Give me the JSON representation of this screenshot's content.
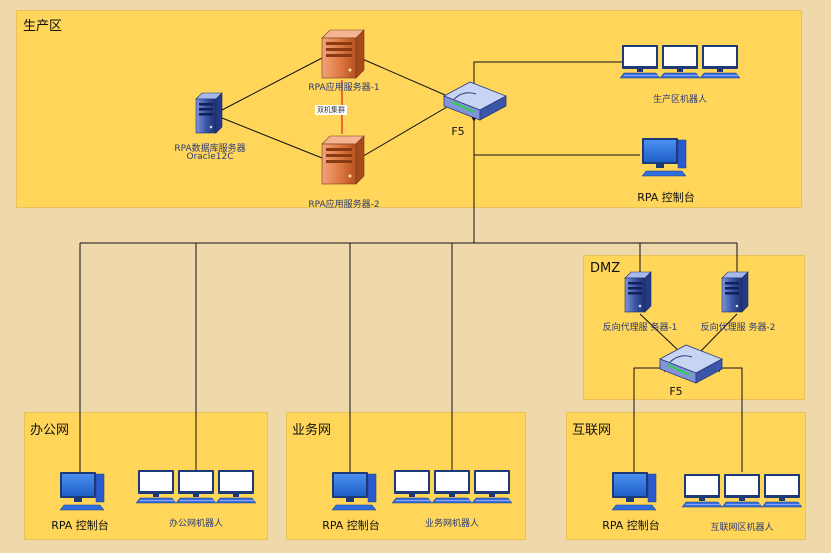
{
  "zones": {
    "production": {
      "title": "生产区"
    },
    "dmz": {
      "title": "DMZ"
    },
    "office": {
      "title": "办公网"
    },
    "business": {
      "title": "业务网"
    },
    "internet": {
      "title": "互联网"
    }
  },
  "production": {
    "app_server_1": "RPA应用服务器-1",
    "app_server_2": "RPA应用服务器-2",
    "heartbeat": "双机集群",
    "db_server": "RPA数据库服务器",
    "db_type": "Oracle12C",
    "f5": "F5",
    "robots": "生产区机器人",
    "console": "RPA 控制台"
  },
  "dmz": {
    "proxy_1": "反向代理服 务器-1",
    "proxy_2": "反向代理服 务器-2",
    "f5": "F5"
  },
  "office": {
    "console": "RPA 控制台",
    "robots": "办公网机器人"
  },
  "business": {
    "console": "RPA 控制台",
    "robots": "业务网机器人"
  },
  "internet": {
    "console": "RPA 控制台",
    "robots": "互联网区机器人"
  },
  "colors": {
    "zone_fill": "#ffd65a",
    "background": "#efd9ab",
    "server_orange": "#e07a45",
    "server_blue": "#3a56a8",
    "monitor_blue": "#1e6fe0",
    "heartbeat_red": "#e02020"
  }
}
